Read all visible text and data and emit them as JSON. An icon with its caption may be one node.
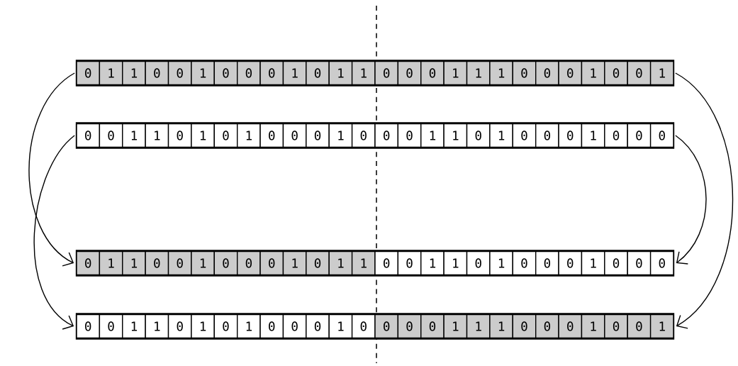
{
  "diagram": {
    "nodes": [
      {
        "text": [],
        "shape": "bar"
      },
      {
        "text": [
          "0"
        ],
        "in": 0
      },
      {
        "text": [
          "1"
        ],
        "in": 0
      },
      {
        "text": [
          "1"
        ],
        "in": 0
      },
      {
        "text": [
          "0"
        ],
        "in": 0
      },
      {
        "text": [
          "0"
        ],
        "in": 0
      },
      {
        "text": [
          "1"
        ],
        "in": 0
      },
      {
        "text": [
          "0"
        ],
        "in": 0
      },
      {
        "text": [
          "0"
        ],
        "in": 0
      },
      {
        "text": [
          "0"
        ],
        "in": 0
      },
      {
        "text": [
          "1"
        ],
        "in": 0
      },
      {
        "text": [
          "0"
        ],
        "in": 0
      },
      {
        "text": [
          "1"
        ],
        "in": 0
      },
      {
        "text": [
          "1"
        ],
        "in": 0
      },
      {
        "text": [
          "0"
        ],
        "in": 0
      },
      {
        "text": [
          "0"
        ],
        "in": 0
      },
      {
        "text": [
          "0"
        ],
        "in": 0
      },
      {
        "text": [
          "1"
        ],
        "in": 0
      },
      {
        "text": [
          "1"
        ],
        "in": 0
      },
      {
        "text": [
          "1"
        ],
        "in": 0
      },
      {
        "text": [
          "0"
        ],
        "in": 0
      },
      {
        "text": [
          "0"
        ],
        "in": 0
      },
      {
        "text": [
          "0"
        ],
        "in": 0
      },
      {
        "text": [
          "1"
        ],
        "in": 0
      },
      {
        "text": [
          "0"
        ],
        "in": 0
      },
      {
        "text": [
          "0"
        ],
        "in": 0
      },
      {
        "text": [
          "1"
        ],
        "in": 0
      },
      {
        "text": [],
        "shape": "bar"
      },
      {
        "text": [
          "0"
        ],
        "in": 27
      },
      {
        "text": [
          "0"
        ],
        "in": 27
      },
      {
        "text": [
          "1"
        ],
        "in": 27
      },
      {
        "text": [
          "1"
        ],
        "in": 27
      },
      {
        "text": [
          "0"
        ],
        "in": 27
      },
      {
        "text": [
          "1"
        ],
        "in": 27
      },
      {
        "text": [
          "0"
        ],
        "in": 27
      },
      {
        "text": [
          "1"
        ],
        "in": 27
      },
      {
        "text": [
          "0"
        ],
        "in": 27
      },
      {
        "text": [
          "0"
        ],
        "in": 27
      },
      {
        "text": [
          "0"
        ],
        "in": 27
      },
      {
        "text": [
          "1"
        ],
        "in": 27
      },
      {
        "text": [
          "0"
        ],
        "in": 27
      },
      {
        "text": [
          "0"
        ],
        "in": 27
      },
      {
        "text": [
          "0"
        ],
        "in": 27
      },
      {
        "text": [
          "1"
        ],
        "in": 27
      },
      {
        "text": [
          "1"
        ],
        "in": 27
      },
      {
        "text": [
          "0"
        ],
        "in": 27
      },
      {
        "text": [
          "1"
        ],
        "in": 27
      },
      {
        "text": [
          "0"
        ],
        "in": 27
      },
      {
        "text": [
          "0"
        ],
        "in": 27
      },
      {
        "text": [
          "0"
        ],
        "in": 27
      },
      {
        "text": [
          "1"
        ],
        "in": 27
      },
      {
        "text": [
          "0"
        ],
        "in": 27
      },
      {
        "text": [
          "0"
        ],
        "in": 27
      },
      {
        "text": [
          "0"
        ],
        "in": 27
      },
      {
        "text": [],
        "shape": "bar"
      },
      {
        "text": [
          "0"
        ],
        "in": 54
      },
      {
        "text": [
          "1"
        ],
        "in": 54
      },
      {
        "text": [
          "1"
        ],
        "in": 54
      },
      {
        "text": [
          "0"
        ],
        "in": 54
      },
      {
        "text": [
          "0"
        ],
        "in": 54
      },
      {
        "text": [
          "1"
        ],
        "in": 54
      },
      {
        "text": [
          "0"
        ],
        "in": 54
      },
      {
        "text": [
          "0"
        ],
        "in": 54
      },
      {
        "text": [
          "0"
        ],
        "in": 54
      },
      {
        "text": [
          "1"
        ],
        "in": 54
      },
      {
        "text": [
          "0"
        ],
        "in": 54
      },
      {
        "text": [
          "1"
        ],
        "in": 54
      },
      {
        "text": [
          "1"
        ],
        "in": 54
      },
      {
        "text": [
          "0"
        ],
        "in": 54
      },
      {
        "text": [
          "0"
        ],
        "in": 54
      },
      {
        "text": [
          "1"
        ],
        "in": 54
      },
      {
        "text": [
          "1"
        ],
        "in": 54
      },
      {
        "text": [
          "0"
        ],
        "in": 54
      },
      {
        "text": [
          "1"
        ],
        "in": 54
      },
      {
        "text": [
          "0"
        ],
        "in": 54
      },
      {
        "text": [
          "0"
        ],
        "in": 54
      },
      {
        "text": [
          "0"
        ],
        "in": 54
      },
      {
        "text": [
          "1"
        ],
        "in": 54
      },
      {
        "text": [
          "0"
        ],
        "in": 54
      },
      {
        "text": [
          "0"
        ],
        "in": 54
      },
      {
        "text": [
          "0"
        ],
        "in": 54
      },
      {
        "text": [],
        "shape": "bar"
      },
      {
        "text": [
          "0"
        ],
        "in": 81
      },
      {
        "text": [
          "0"
        ],
        "in": 81
      },
      {
        "text": [
          "1"
        ],
        "in": 81
      },
      {
        "text": [
          "1"
        ],
        "in": 81
      },
      {
        "text": [
          "0"
        ],
        "in": 81
      },
      {
        "text": [
          "1"
        ],
        "in": 81
      },
      {
        "text": [
          "0"
        ],
        "in": 81
      },
      {
        "text": [
          "1"
        ],
        "in": 81
      },
      {
        "text": [
          "0"
        ],
        "in": 81
      },
      {
        "text": [
          "0"
        ],
        "in": 81
      },
      {
        "text": [
          "0"
        ],
        "in": 81
      },
      {
        "text": [
          "1"
        ],
        "in": 81
      },
      {
        "text": [
          "0"
        ],
        "in": 81
      },
      {
        "text": [
          "0"
        ],
        "in": 81
      },
      {
        "text": [
          "0"
        ],
        "in": 81
      },
      {
        "text": [
          "0"
        ],
        "in": 81
      },
      {
        "text": [
          "1"
        ],
        "in": 81
      },
      {
        "text": [
          "1"
        ],
        "in": 81
      },
      {
        "text": [
          "1"
        ],
        "in": 81
      },
      {
        "text": [
          "0"
        ],
        "in": 81
      },
      {
        "text": [
          "0"
        ],
        "in": 81
      },
      {
        "text": [
          "0"
        ],
        "in": 81
      },
      {
        "text": [
          "1"
        ],
        "in": 81
      },
      {
        "text": [
          "0"
        ],
        "in": 81
      },
      {
        "text": [
          "0"
        ],
        "in": 81
      },
      {
        "text": [
          "1"
        ],
        "in": 81
      }
    ],
    "edges": [
      {
        "from": 0,
        "to": 54,
        "arrow": "to"
      },
      {
        "from": 27,
        "to": 81,
        "arrow": "to"
      },
      {
        "from": 0,
        "to": 81,
        "arrow": "to"
      },
      {
        "from": 27,
        "to": 54,
        "arrow": "to"
      }
    ]
  }
}
